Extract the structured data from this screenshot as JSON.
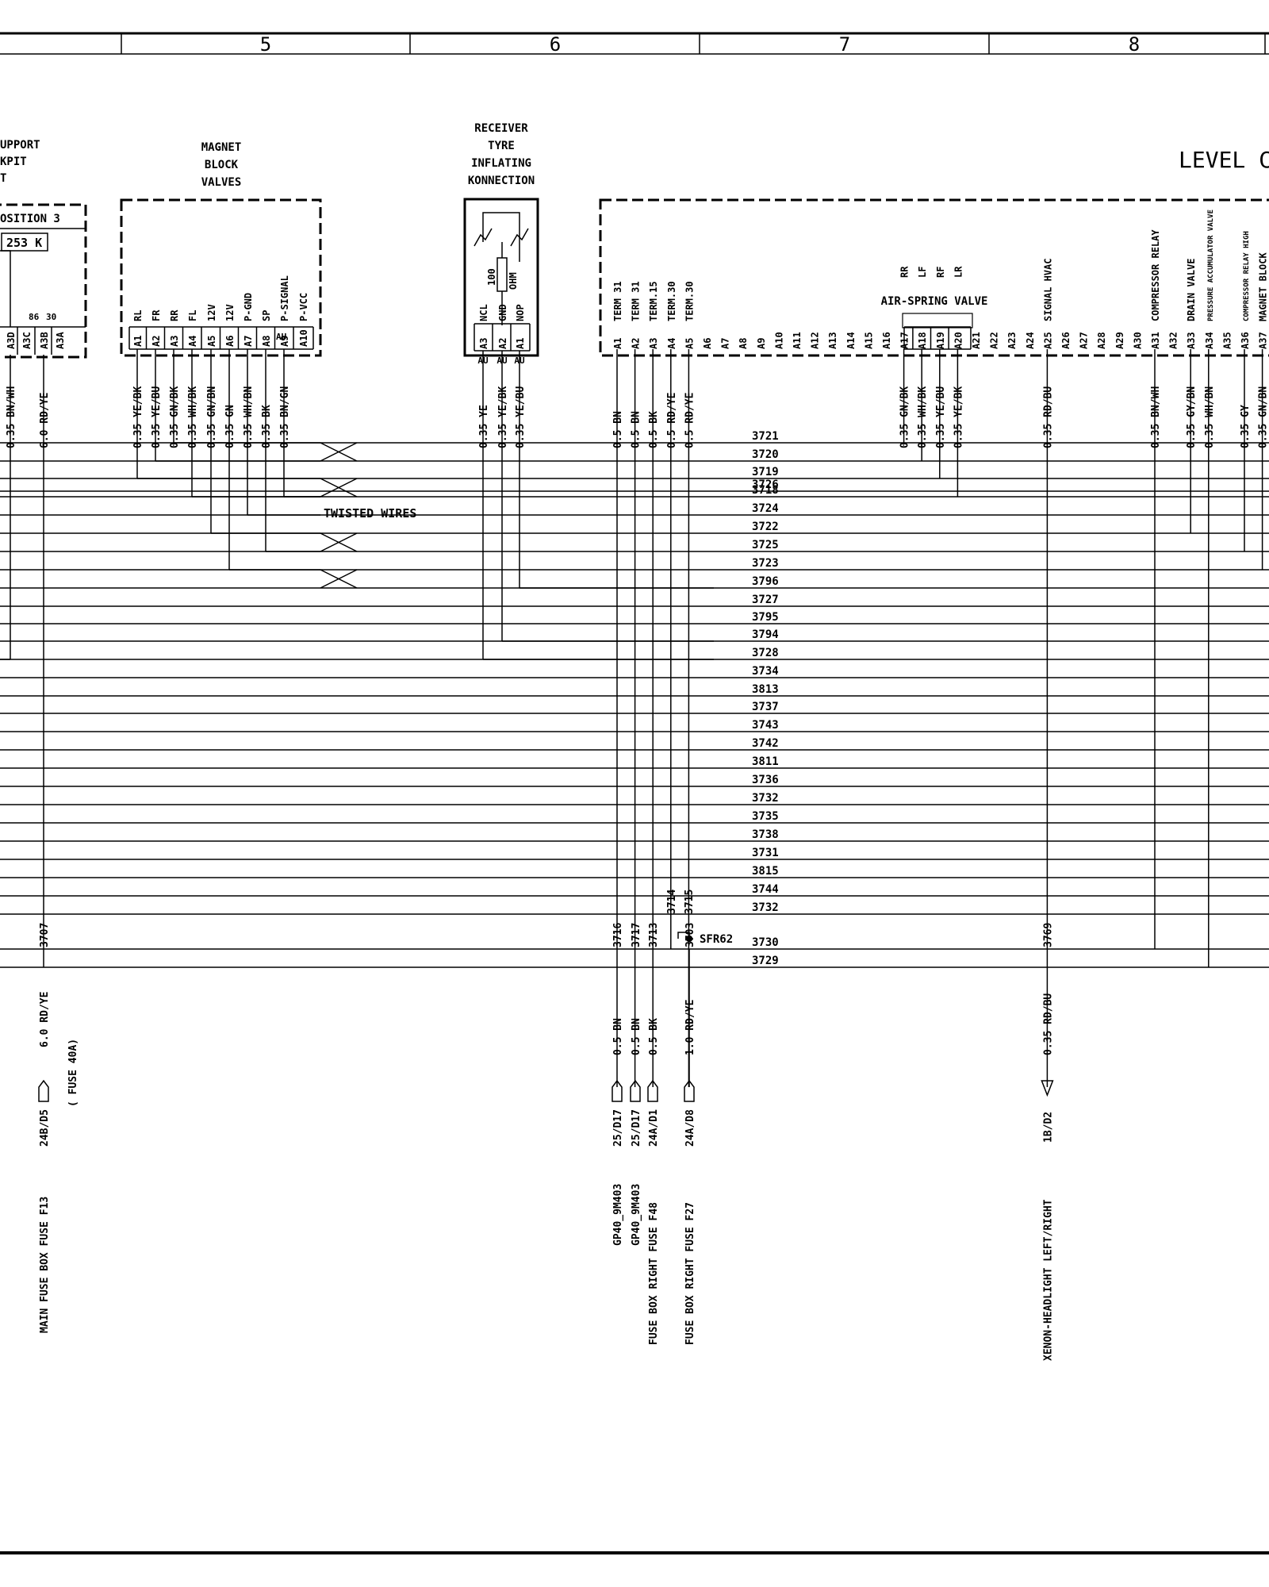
{
  "frame": {
    "columns": [
      "5",
      "6",
      "7",
      "8"
    ]
  },
  "title": "LEVEL C",
  "components": {
    "support": {
      "label_lines": [
        "UPPORT",
        "KPIT",
        "T"
      ],
      "header": "OSITION 3",
      "code": "253 K",
      "pin_names": [
        "86",
        "30"
      ],
      "pins": [
        "A3D",
        "A3C",
        "A3B",
        "A3A"
      ]
    },
    "magnet": {
      "label_lines": [
        "MAGNET",
        "BLOCK",
        "VALVES"
      ],
      "pins": [
        "A1",
        "A2",
        "A3",
        "A4",
        "A5",
        "A6",
        "A7",
        "A8",
        "A9",
        "A10"
      ],
      "pin_names": [
        "RL",
        "FR",
        "RR",
        "FL",
        "12V",
        "12V",
        "P-GND",
        "SP",
        "P-SIGNAL",
        "P-VCC"
      ],
      "note": "AU"
    },
    "receiver": {
      "label_lines": [
        "RECEIVER",
        "TYRE",
        "INFLATING",
        "KONNECTION"
      ],
      "pins": [
        "A3",
        "A2",
        "A1"
      ],
      "pin_names": [
        "NCL",
        "GND",
        "NOP"
      ],
      "resistor": "100",
      "resistor_unit": "OHM",
      "notes": [
        "AU",
        "AU",
        "AU"
      ]
    },
    "level": {
      "pins": [
        "A1",
        "A2",
        "A3",
        "A4",
        "A5",
        "A6",
        "A7",
        "A8",
        "A9",
        "A10",
        "A11",
        "A12",
        "A13",
        "A14",
        "A15",
        "A16",
        "A17",
        "A18",
        "A19",
        "A20",
        "A21",
        "A22",
        "A23",
        "A24",
        "A25",
        "A26",
        "A27",
        "A28",
        "A29",
        "A30",
        "A31",
        "A32",
        "A33",
        "A34",
        "A35",
        "A36",
        "A37"
      ],
      "pin_names": {
        "A1": "TERM 31",
        "A2": "TERM 31",
        "A3": "TERM.15",
        "A4": "TERM.30",
        "A5": "TERM.30",
        "A17": "RR",
        "A18": "LF",
        "A19": "RF",
        "A20": "LR",
        "A25": "SIGNAL  HVAC",
        "A31": "COMPRESSOR  RELAY",
        "A33": "DRAIN  VALVE",
        "A34": "PRESSURE ACCUMULATOR VALVE",
        "A36": "COMPRESSOR RELAY HIGH",
        "A37": "MAGNET BLOCK"
      },
      "group_label": "AIR-SPRING  VALVE"
    }
  },
  "wire_labels": {
    "support": [
      "0.35 BN/WH",
      "6.0 RD/YE"
    ],
    "magnet": [
      "0.35 YE/BK",
      "0.35 YE/BU",
      "0.35 GN/BK",
      "0.35 WH/BK",
      "0.35 GN/BN",
      "0.35 GN",
      "0.35 WH/BN",
      "0.35 BK",
      "0.35 BN/GN"
    ],
    "receiver": [
      "0.35 YE",
      "0.35 YE/BK",
      "0.35 YE/BU"
    ],
    "level_term": [
      "0.5 BN",
      "0.5 BN",
      "0.5 BK",
      "0.5 RD/YE",
      "0.5 RD/YE"
    ],
    "level_air": [
      "0.35 GN/BK",
      "0.35 WH/BK",
      "0.35 YE/BU",
      "0.35 YE/BK"
    ],
    "level_hvac": "0.35 RD/BU",
    "level_right": [
      "0.35 BN/WH",
      "0.35 GY/BN",
      "0.35 WH/BN",
      "0.35 GY",
      "0.35 GN/BN"
    ]
  },
  "circuits": [
    "3721",
    "3720",
    "3719",
    "3726",
    "3718",
    "3724",
    "3722",
    "3725",
    "3723",
    "3796",
    "3727",
    "3795",
    "3794",
    "3728",
    "3734",
    "3813",
    "3737",
    "3743",
    "3742",
    "3811",
    "3736",
    "3732",
    "3735",
    "3738",
    "3731",
    "3815",
    "3744",
    "3732",
    "3730",
    "3729"
  ],
  "twisted_label": "TWISTED WIRES",
  "splice": {
    "name": "SFR62",
    "upper": [
      "3714",
      "3715"
    ],
    "lower": [
      "3716",
      "3717",
      "3713",
      "3703"
    ]
  },
  "left_circuit": "3707",
  "hvac_circuit": "3769",
  "lower": {
    "fuse_wire": "6.0 RD/YE",
    "fuse_note": "( FUSE   40A)",
    "fuse_conn": "24B/D5",
    "fuse_dest": "MAIN FUSE BOX  FUSE F13",
    "cols": [
      {
        "wire": "0.5 BN",
        "conn": "25/D17",
        "dest": "GP40_9M403"
      },
      {
        "wire": "0.5 BN",
        "conn": "25/D17",
        "dest": "GP40_9M403"
      },
      {
        "wire": "0.5 BK",
        "conn": "24A/D1",
        "dest": "FUSE BOX  RIGHT  FUSE F48"
      },
      {
        "wire": "1.0 RD/YE",
        "conn": "24A/D8",
        "dest": "FUSE BOX  RIGHT  FUSE F27"
      }
    ],
    "hvac_wire": "0.35 RD/BU",
    "hvac_conn": "1B/D2",
    "hvac_dest": "XENON-HEADLIGHT  LEFT/RIGHT"
  }
}
